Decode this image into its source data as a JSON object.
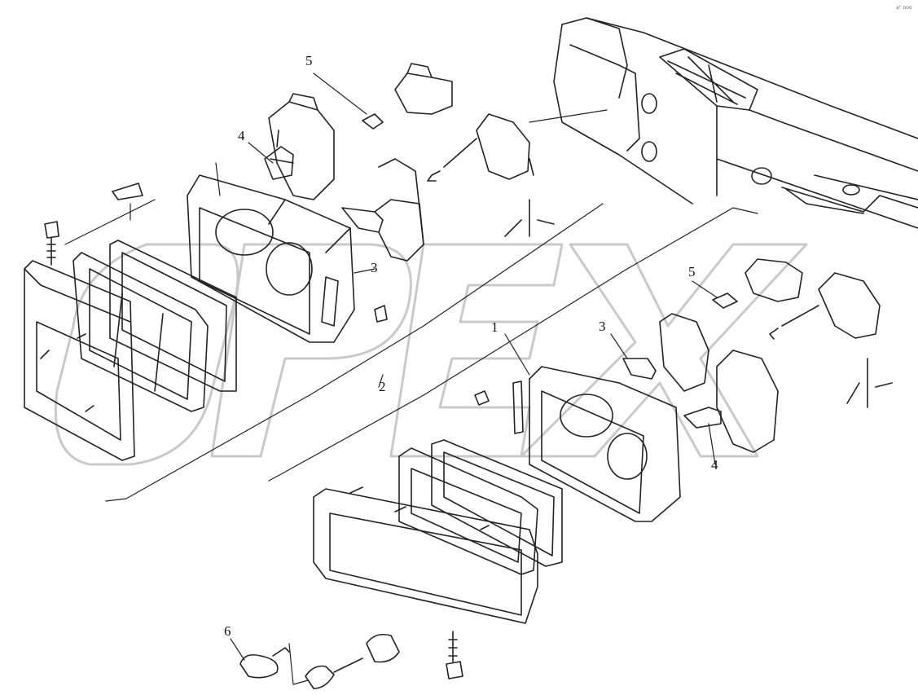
{
  "diagram": {
    "corner_code": "a° ooo",
    "watermark": "OPEX",
    "callouts": [
      {
        "id": "callout-5-top",
        "text": "5"
      },
      {
        "id": "callout-4-top",
        "text": "4"
      },
      {
        "id": "callout-3-top",
        "text": "3"
      },
      {
        "id": "callout-2",
        "text": "2"
      },
      {
        "id": "callout-1",
        "text": "1"
      },
      {
        "id": "callout-3-right",
        "text": "3"
      },
      {
        "id": "callout-5-right",
        "text": "5"
      },
      {
        "id": "callout-4-right",
        "text": "4"
      },
      {
        "id": "callout-6",
        "text": "6"
      }
    ]
  }
}
